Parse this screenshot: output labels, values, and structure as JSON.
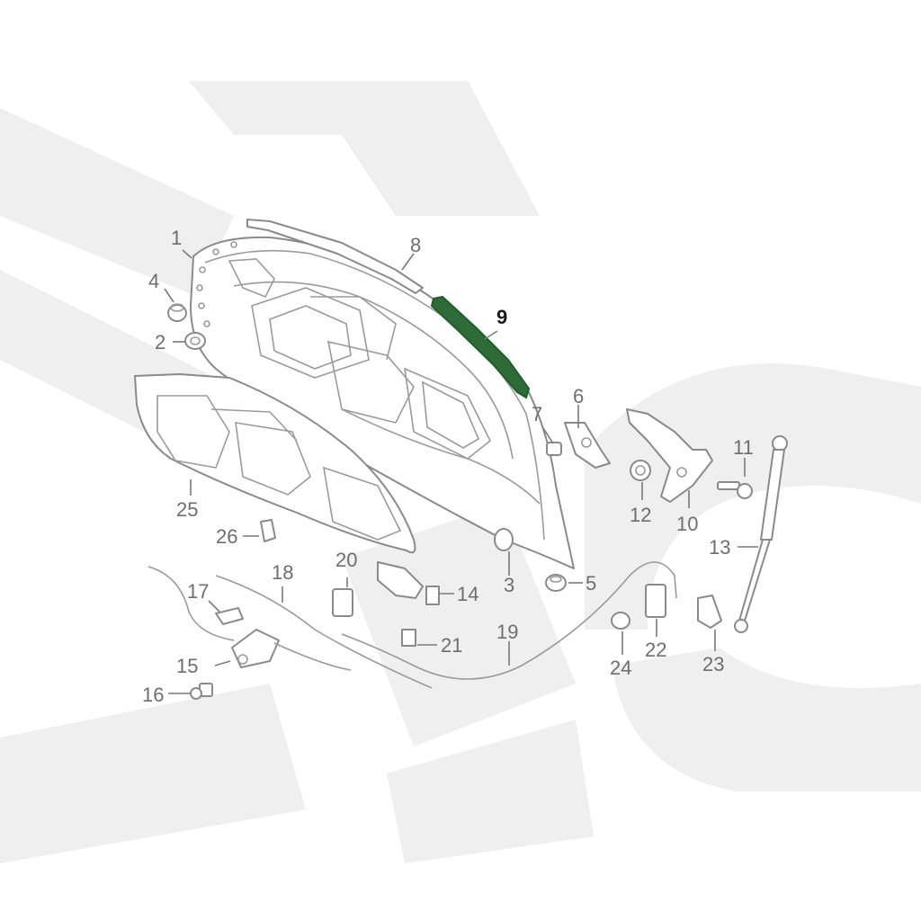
{
  "diagram": {
    "highlighted_part": "9",
    "highlight_color": "#1f5e2a",
    "line_color": "#8a8a8a",
    "label_color": "#6e6e6e",
    "callouts": [
      "1",
      "2",
      "3",
      "4",
      "5",
      "6",
      "7",
      "8",
      "9",
      "10",
      "11",
      "12",
      "13",
      "14",
      "15",
      "16",
      "17",
      "18",
      "19",
      "20",
      "21",
      "22",
      "23",
      "24",
      "25",
      "26"
    ]
  }
}
